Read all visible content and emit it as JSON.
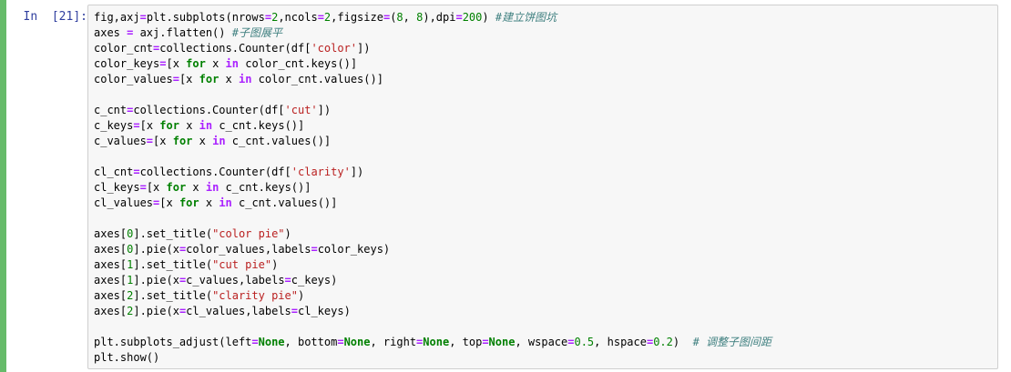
{
  "prompt": "In  [21]:",
  "colors": {
    "keyword": "#008000",
    "string": "#ba2121",
    "number": "#008000",
    "operator": "#aa22ff",
    "comment": "#408080",
    "prompt": "#303f9f",
    "cell_bar": "#66bb6a",
    "input_bg": "#f7f7f7"
  },
  "code_lines": [
    [
      {
        "t": "fig,axj",
        "c": "txt"
      },
      {
        "t": "=",
        "c": "op"
      },
      {
        "t": "plt.subplots(nrows",
        "c": "txt"
      },
      {
        "t": "=",
        "c": "op"
      },
      {
        "t": "2",
        "c": "num"
      },
      {
        "t": ",ncols",
        "c": "txt"
      },
      {
        "t": "=",
        "c": "op"
      },
      {
        "t": "2",
        "c": "num"
      },
      {
        "t": ",figsize",
        "c": "txt"
      },
      {
        "t": "=",
        "c": "op"
      },
      {
        "t": "(",
        "c": "txt"
      },
      {
        "t": "8",
        "c": "num"
      },
      {
        "t": ", ",
        "c": "txt"
      },
      {
        "t": "8",
        "c": "num"
      },
      {
        "t": "),dpi",
        "c": "txt"
      },
      {
        "t": "=",
        "c": "op"
      },
      {
        "t": "200",
        "c": "num"
      },
      {
        "t": ") ",
        "c": "txt"
      },
      {
        "t": "#建立饼图坑",
        "c": "cmt"
      }
    ],
    [
      {
        "t": "axes ",
        "c": "txt"
      },
      {
        "t": "=",
        "c": "op"
      },
      {
        "t": " axj.flatten() ",
        "c": "txt"
      },
      {
        "t": "#子图展平",
        "c": "cmt"
      }
    ],
    [
      {
        "t": "color_cnt",
        "c": "txt"
      },
      {
        "t": "=",
        "c": "op"
      },
      {
        "t": "collections.Counter(df[",
        "c": "txt"
      },
      {
        "t": "'color'",
        "c": "str"
      },
      {
        "t": "])",
        "c": "txt"
      }
    ],
    [
      {
        "t": "color_keys",
        "c": "txt"
      },
      {
        "t": "=",
        "c": "op"
      },
      {
        "t": "[x ",
        "c": "txt"
      },
      {
        "t": "for",
        "c": "kw"
      },
      {
        "t": " x ",
        "c": "txt"
      },
      {
        "t": "in",
        "c": "op"
      },
      {
        "t": " color_cnt.keys()]",
        "c": "txt"
      }
    ],
    [
      {
        "t": "color_values",
        "c": "txt"
      },
      {
        "t": "=",
        "c": "op"
      },
      {
        "t": "[x ",
        "c": "txt"
      },
      {
        "t": "for",
        "c": "kw"
      },
      {
        "t": " x ",
        "c": "txt"
      },
      {
        "t": "in",
        "c": "op"
      },
      {
        "t": " color_cnt.values()]",
        "c": "txt"
      }
    ],
    [],
    [
      {
        "t": "c_cnt",
        "c": "txt"
      },
      {
        "t": "=",
        "c": "op"
      },
      {
        "t": "collections.Counter(df[",
        "c": "txt"
      },
      {
        "t": "'cut'",
        "c": "str"
      },
      {
        "t": "])",
        "c": "txt"
      }
    ],
    [
      {
        "t": "c_keys",
        "c": "txt"
      },
      {
        "t": "=",
        "c": "op"
      },
      {
        "t": "[x ",
        "c": "txt"
      },
      {
        "t": "for",
        "c": "kw"
      },
      {
        "t": " x ",
        "c": "txt"
      },
      {
        "t": "in",
        "c": "op"
      },
      {
        "t": " c_cnt.keys()]",
        "c": "txt"
      }
    ],
    [
      {
        "t": "c_values",
        "c": "txt"
      },
      {
        "t": "=",
        "c": "op"
      },
      {
        "t": "[x ",
        "c": "txt"
      },
      {
        "t": "for",
        "c": "kw"
      },
      {
        "t": " x ",
        "c": "txt"
      },
      {
        "t": "in",
        "c": "op"
      },
      {
        "t": " c_cnt.values()]",
        "c": "txt"
      }
    ],
    [],
    [
      {
        "t": "cl_cnt",
        "c": "txt"
      },
      {
        "t": "=",
        "c": "op"
      },
      {
        "t": "collections.Counter(df[",
        "c": "txt"
      },
      {
        "t": "'clarity'",
        "c": "str"
      },
      {
        "t": "])",
        "c": "txt"
      }
    ],
    [
      {
        "t": "cl_keys",
        "c": "txt"
      },
      {
        "t": "=",
        "c": "op"
      },
      {
        "t": "[x ",
        "c": "txt"
      },
      {
        "t": "for",
        "c": "kw"
      },
      {
        "t": " x ",
        "c": "txt"
      },
      {
        "t": "in",
        "c": "op"
      },
      {
        "t": " c_cnt.keys()]",
        "c": "txt"
      }
    ],
    [
      {
        "t": "cl_values",
        "c": "txt"
      },
      {
        "t": "=",
        "c": "op"
      },
      {
        "t": "[x ",
        "c": "txt"
      },
      {
        "t": "for",
        "c": "kw"
      },
      {
        "t": " x ",
        "c": "txt"
      },
      {
        "t": "in",
        "c": "op"
      },
      {
        "t": " c_cnt.values()]",
        "c": "txt"
      }
    ],
    [],
    [
      {
        "t": "axes[",
        "c": "txt"
      },
      {
        "t": "0",
        "c": "num"
      },
      {
        "t": "].set_title(",
        "c": "txt"
      },
      {
        "t": "\"color pie\"",
        "c": "str"
      },
      {
        "t": ")",
        "c": "txt"
      }
    ],
    [
      {
        "t": "axes[",
        "c": "txt"
      },
      {
        "t": "0",
        "c": "num"
      },
      {
        "t": "].pie(x",
        "c": "txt"
      },
      {
        "t": "=",
        "c": "op"
      },
      {
        "t": "color_values,labels",
        "c": "txt"
      },
      {
        "t": "=",
        "c": "op"
      },
      {
        "t": "color_keys)",
        "c": "txt"
      }
    ],
    [
      {
        "t": "axes[",
        "c": "txt"
      },
      {
        "t": "1",
        "c": "num"
      },
      {
        "t": "].set_title(",
        "c": "txt"
      },
      {
        "t": "\"cut pie\"",
        "c": "str"
      },
      {
        "t": ")",
        "c": "txt"
      }
    ],
    [
      {
        "t": "axes[",
        "c": "txt"
      },
      {
        "t": "1",
        "c": "num"
      },
      {
        "t": "].pie(x",
        "c": "txt"
      },
      {
        "t": "=",
        "c": "op"
      },
      {
        "t": "c_values,labels",
        "c": "txt"
      },
      {
        "t": "=",
        "c": "op"
      },
      {
        "t": "c_keys)",
        "c": "txt"
      }
    ],
    [
      {
        "t": "axes[",
        "c": "txt"
      },
      {
        "t": "2",
        "c": "num"
      },
      {
        "t": "].set_title(",
        "c": "txt"
      },
      {
        "t": "\"clarity pie\"",
        "c": "str"
      },
      {
        "t": ")",
        "c": "txt"
      }
    ],
    [
      {
        "t": "axes[",
        "c": "txt"
      },
      {
        "t": "2",
        "c": "num"
      },
      {
        "t": "].pie(x",
        "c": "txt"
      },
      {
        "t": "=",
        "c": "op"
      },
      {
        "t": "cl_values,labels",
        "c": "txt"
      },
      {
        "t": "=",
        "c": "op"
      },
      {
        "t": "cl_keys)",
        "c": "txt"
      }
    ],
    [],
    [
      {
        "t": "plt.subplots_adjust(left",
        "c": "txt"
      },
      {
        "t": "=",
        "c": "op"
      },
      {
        "t": "None",
        "c": "kw"
      },
      {
        "t": ", bottom",
        "c": "txt"
      },
      {
        "t": "=",
        "c": "op"
      },
      {
        "t": "None",
        "c": "kw"
      },
      {
        "t": ", right",
        "c": "txt"
      },
      {
        "t": "=",
        "c": "op"
      },
      {
        "t": "None",
        "c": "kw"
      },
      {
        "t": ", top",
        "c": "txt"
      },
      {
        "t": "=",
        "c": "op"
      },
      {
        "t": "None",
        "c": "kw"
      },
      {
        "t": ", wspace",
        "c": "txt"
      },
      {
        "t": "=",
        "c": "op"
      },
      {
        "t": "0.5",
        "c": "num"
      },
      {
        "t": ", hspace",
        "c": "txt"
      },
      {
        "t": "=",
        "c": "op"
      },
      {
        "t": "0.2",
        "c": "num"
      },
      {
        "t": ")  ",
        "c": "txt"
      },
      {
        "t": "# 调整子图间距",
        "c": "cmt"
      }
    ],
    [
      {
        "t": "plt.show()",
        "c": "txt"
      }
    ]
  ]
}
